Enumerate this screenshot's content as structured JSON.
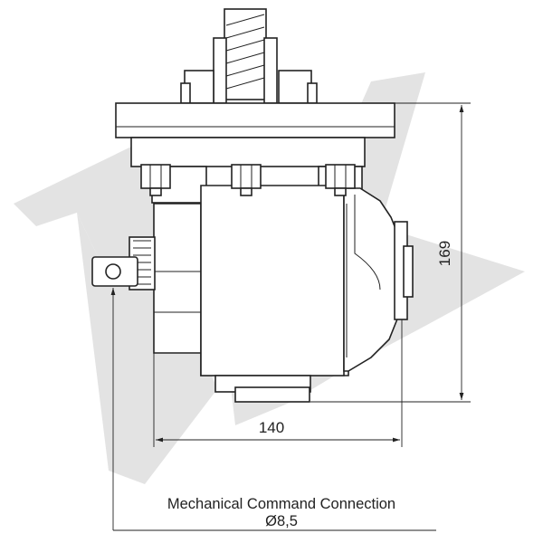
{
  "watermark": {
    "icon": "ek-logo-watermark",
    "color": "#e3e3e3"
  },
  "dimensions": {
    "height_label": "169",
    "width_label": "140"
  },
  "caption": {
    "title": "Mechanical Command Connection",
    "diameter": "Ø8,5"
  },
  "colors": {
    "line": "#222222",
    "fill": "#ffffff"
  }
}
